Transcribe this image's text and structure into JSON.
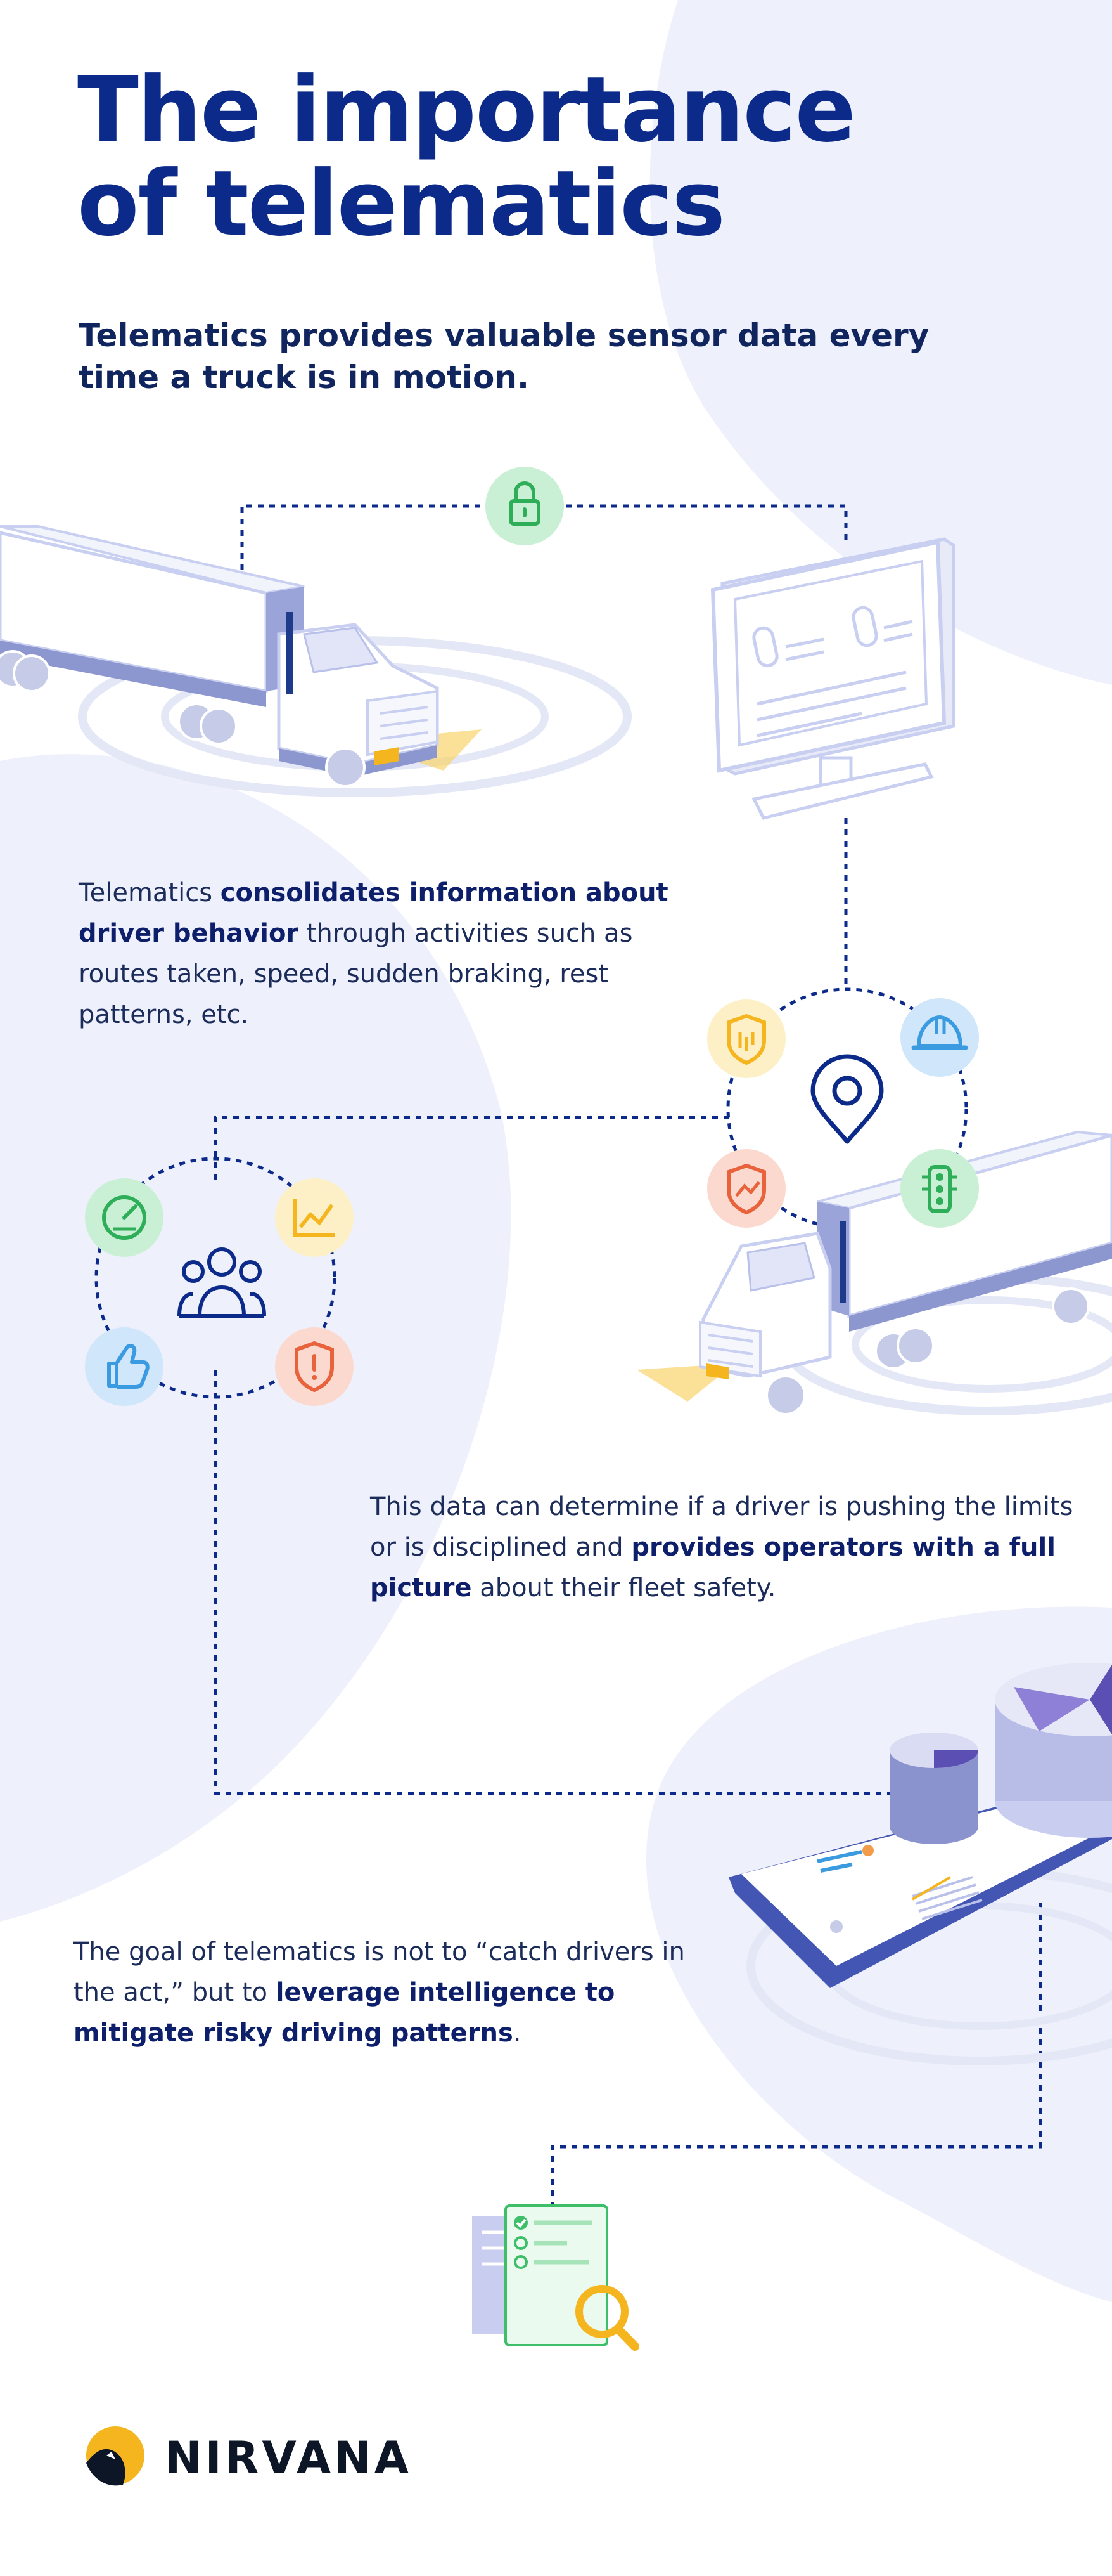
{
  "title": "The importance of telematics",
  "subtitle": "Telematics provides valuable sensor data every time a truck is in motion.",
  "section1": {
    "text_a": "Telematics ",
    "bold_a": "consolidates information about driver behavior",
    "text_b": " through activities such as routes taken, speed, sudden braking, rest patterns, etc."
  },
  "section2": {
    "text_a": "This data can determine if a driver is pushing the limits or is disciplined and ",
    "bold_a": "provides operators with a full picture",
    "text_b": " about their fleet safety."
  },
  "section3": {
    "text_a": "The goal of telematics is not to “catch drivers in the act,” but to ",
    "bold_a": "leverage intelligence to mitigate risky driving patterns",
    "text_b": "."
  },
  "brand": {
    "name": "NIRVANA"
  },
  "icons": {
    "lock": "lock-icon",
    "monitor": "monitor-icon",
    "location": "location-pin-icon",
    "shield_bars": "shield-chart-icon",
    "helmet": "hard-hat-icon",
    "shield_trend": "shield-trend-icon",
    "traffic_light": "traffic-light-icon",
    "speedometer": "speedometer-icon",
    "chart": "line-chart-icon",
    "people": "people-group-icon",
    "thumbs_up": "thumbs-up-icon",
    "shield_alert": "shield-alert-icon",
    "checklist": "checklist-search-icon"
  },
  "colors": {
    "navy": "#0b2a8a",
    "dark_navy": "#10245e",
    "background_blob": "#eef0fc",
    "green": "#2fae5a",
    "yellow": "#f5b51f",
    "blue": "#3a9be0",
    "orange": "#e8623c"
  }
}
